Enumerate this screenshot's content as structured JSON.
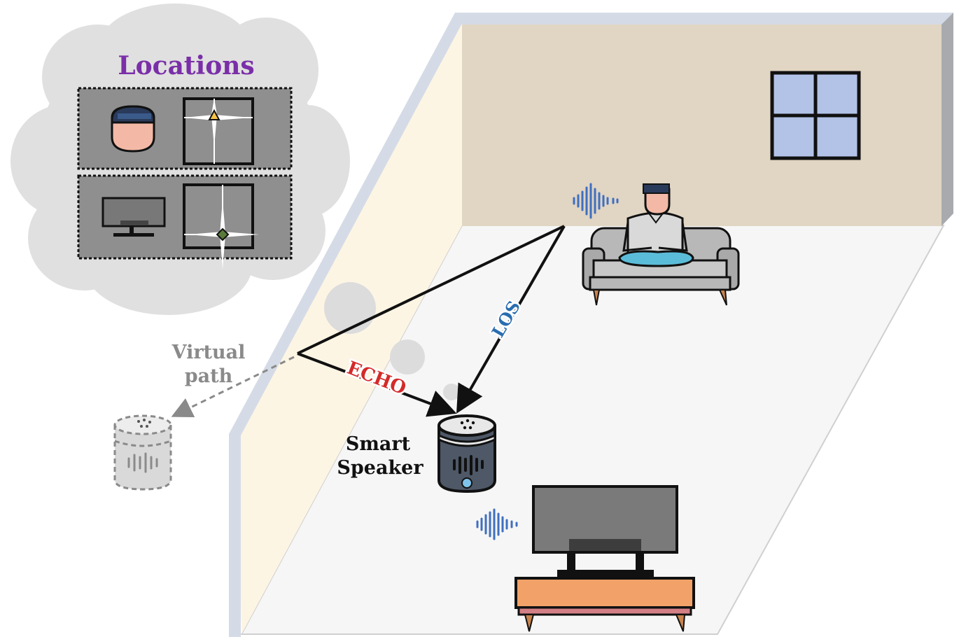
{
  "diagram": {
    "cloud_title": "Locations",
    "labels": {
      "virtual_path_line1": "Virtual",
      "virtual_path_line2": "path",
      "echo": "ECHO",
      "los": "LOS",
      "smart_speaker_line1": "Smart",
      "smart_speaker_line2": "Speaker"
    },
    "colors": {
      "cloud_title": "#7a2fa8",
      "echo": "#d42a2a",
      "los": "#2a6db0",
      "virtual_path": "#8a8a8a",
      "wall_back": "#e1d5c3",
      "wall_side": "#fdf5e4",
      "floor": "#f6f6f6",
      "window_glass": "#b3c3e8",
      "sofa": "#b8b8b8",
      "tv_stand": "#f2a268",
      "sound_wave": "#3f6fc0"
    },
    "icons": {
      "person_on_sofa": "person-sitting-icon",
      "tv": "television-icon",
      "speaker": "smart-speaker-icon",
      "virtual_speaker": "virtual-speaker-icon",
      "window": "window-icon",
      "wave": "sound-wave-icon"
    }
  }
}
